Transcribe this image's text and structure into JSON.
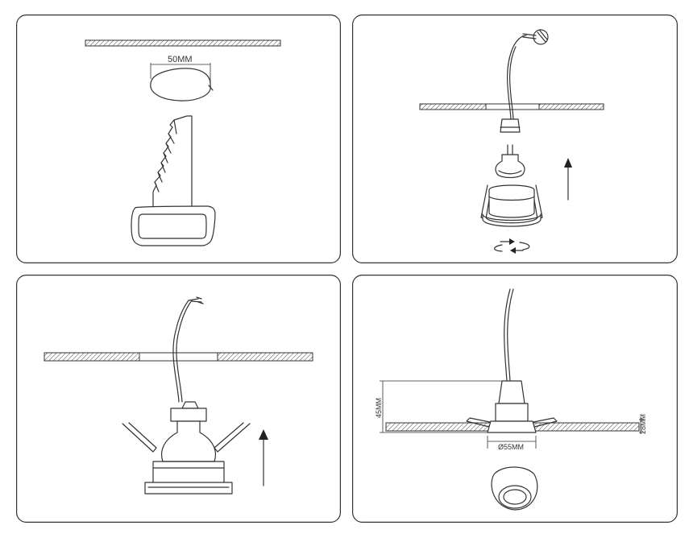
{
  "step1": {
    "hole_diameter_label": "50MM"
  },
  "step4": {
    "height_label": "45MM",
    "thickness_label": "28MM",
    "ring_diameter_label": "Ø55MM"
  }
}
